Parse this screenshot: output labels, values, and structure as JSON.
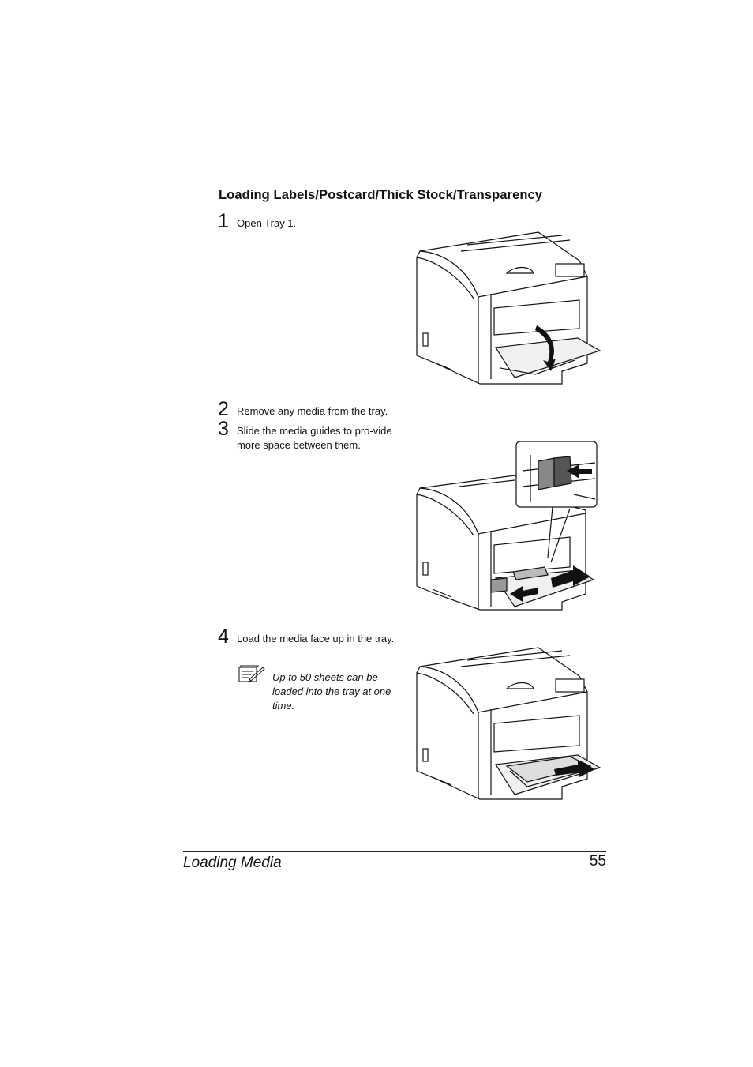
{
  "section": {
    "heading": "Loading Labels/Postcard/Thick Stock/Transparency"
  },
  "steps": [
    {
      "number": "1",
      "text": "Open Tray 1."
    },
    {
      "number": "2",
      "text": "Remove any media from the tray."
    },
    {
      "number": "3",
      "text": "Slide the media guides to pro-vide more space between them."
    },
    {
      "number": "4",
      "text": "Load the media face up in the tray."
    }
  ],
  "note": {
    "icon": "note-pad-icon",
    "text": "Up to 50 sheets can be loaded into the tray at one time."
  },
  "footer": {
    "title": "Loading Media",
    "page_number": "55"
  }
}
